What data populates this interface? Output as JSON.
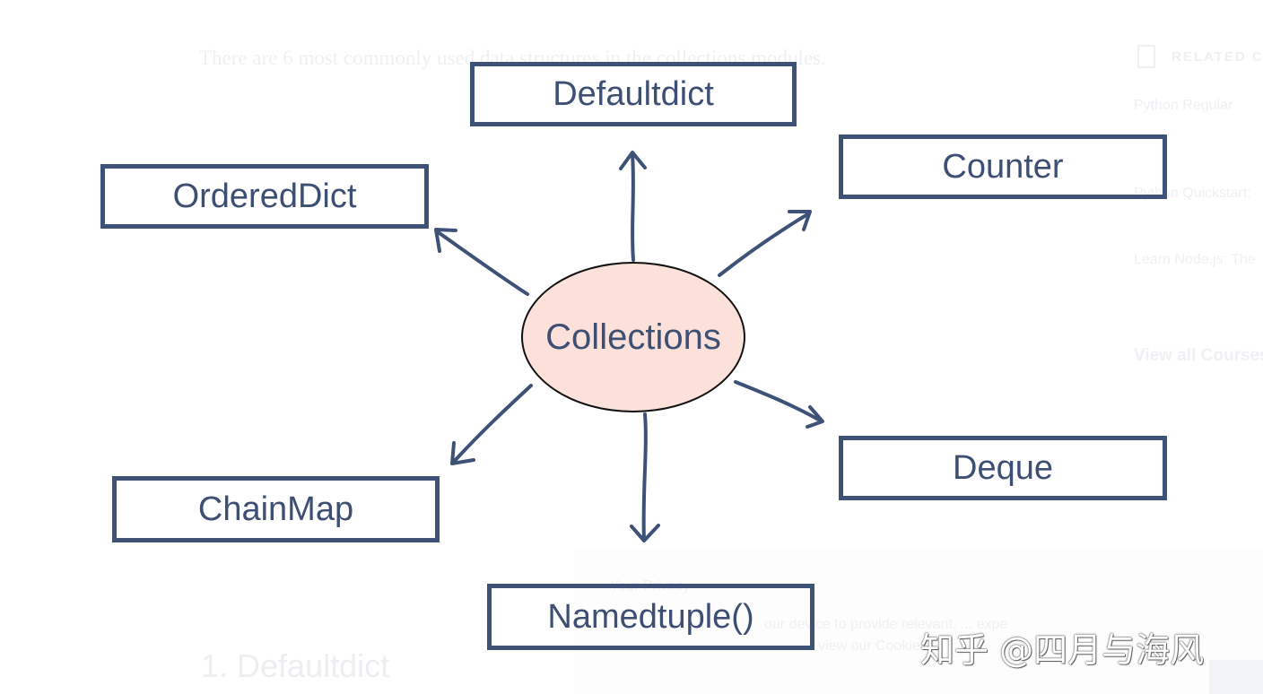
{
  "background_page": {
    "intro_text": "There are 6 most commonly used data structures in the collections modules.",
    "related_title": "RELATED CO",
    "courses": [
      "Python Regular",
      "Python Quickstart:",
      "Learn Node.js: The"
    ],
    "view_all": "View all Courses",
    "heading": "1. Defaultdict",
    "cookie_title": "Your Privacy",
    "cookie_line1": "our device to provide relevant, ... expe",
    "cookie_line2": "view our Cookie"
  },
  "diagram": {
    "center": "Collections",
    "nodes": {
      "defaultdict": "Defaultdict",
      "counter": "Counter",
      "ordereddict": "OrderedDict",
      "chainmap": "ChainMap",
      "deque": "Deque",
      "namedtuple": "Namedtuple()"
    }
  },
  "watermark": "知乎 @四月与海风",
  "colors": {
    "box_border": "#3e5277",
    "text": "#3e4f74",
    "center_fill": "#fce1da",
    "arrow": "#3e5277"
  }
}
